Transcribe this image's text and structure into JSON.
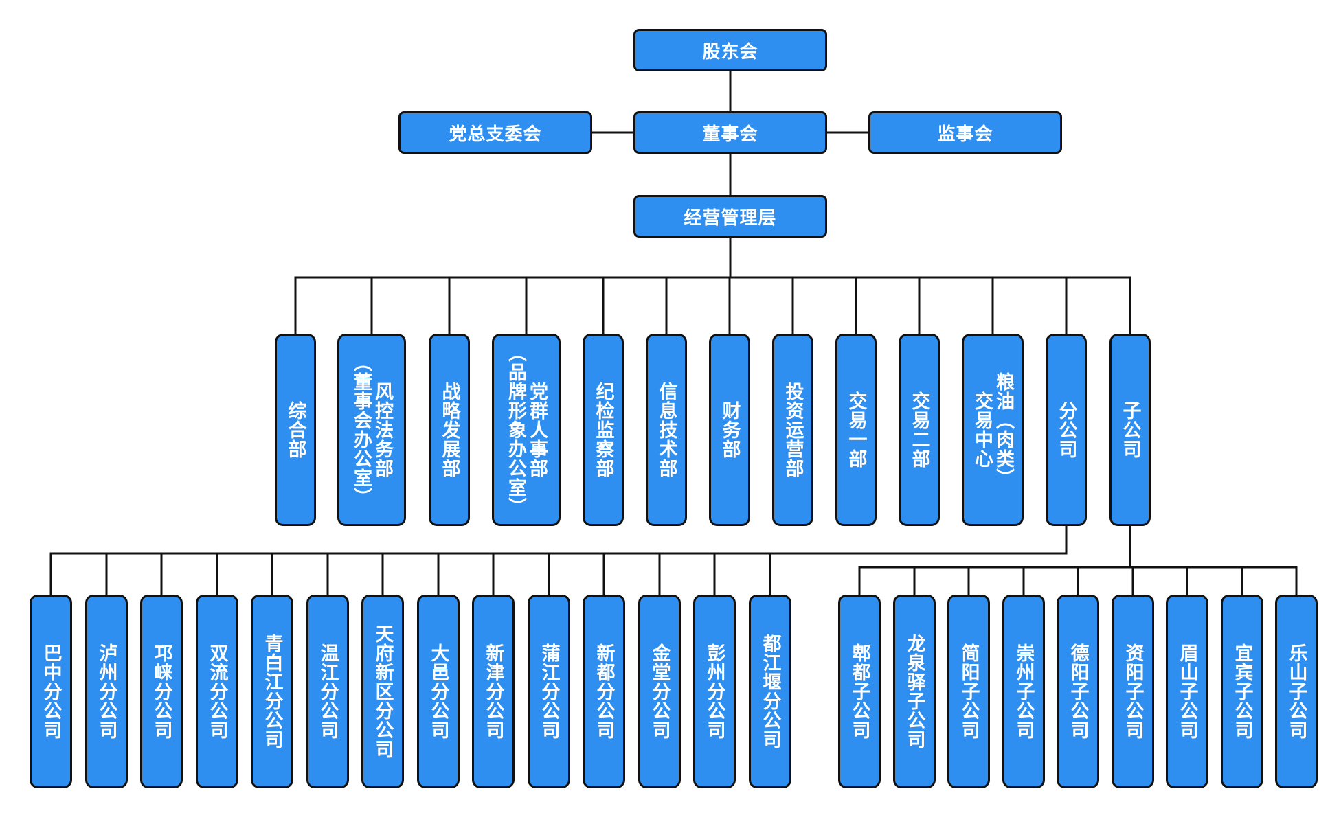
{
  "top": {
    "shareholders": "股东会",
    "board": "董事会",
    "party": "党总支委会",
    "supervisors": "监事会",
    "management": "经营管理层"
  },
  "departments": [
    {
      "key": "zonghe",
      "label": "综合部"
    },
    {
      "key": "fengkong",
      "label": "风控法务部\n（董事会办公室）"
    },
    {
      "key": "zhanlue",
      "label": "战略发展部"
    },
    {
      "key": "dangqun",
      "label": "党群人事部\n（品牌形象办公室）"
    },
    {
      "key": "jijian",
      "label": "纪检监察部"
    },
    {
      "key": "xinxi",
      "label": "信息技术部"
    },
    {
      "key": "caiwu",
      "label": "财务部"
    },
    {
      "key": "touzi",
      "label": "投资运营部"
    },
    {
      "key": "jiaoyi1",
      "label": "交易一部"
    },
    {
      "key": "jiaoyi2",
      "label": "交易二部"
    },
    {
      "key": "liangyou",
      "label": "粮油（肉类）\n交易中心"
    },
    {
      "key": "fengongsi",
      "label": "分公司"
    },
    {
      "key": "zigongsi",
      "label": "子公司"
    }
  ],
  "branches": [
    "巴中分公司",
    "泸州分公司",
    "邛崃分公司",
    "双流分公司",
    "青白江分公司",
    "温江分公司",
    "天府新区分公司",
    "大邑分公司",
    "新津分公司",
    "蒲江分公司",
    "新都分公司",
    "金堂分公司",
    "彭州分公司",
    "都江堰分公司"
  ],
  "subsidiaries": [
    "郫都子公司",
    "龙泉驿子公司",
    "简阳子公司",
    "崇州子公司",
    "德阳子公司",
    "资阳子公司",
    "眉山子公司",
    "宜宾子公司",
    "乐山子公司"
  ],
  "colors": {
    "box_fill": "#2f8ff0",
    "box_border": "#111111",
    "line": "#111111",
    "text": "#ffffff"
  }
}
